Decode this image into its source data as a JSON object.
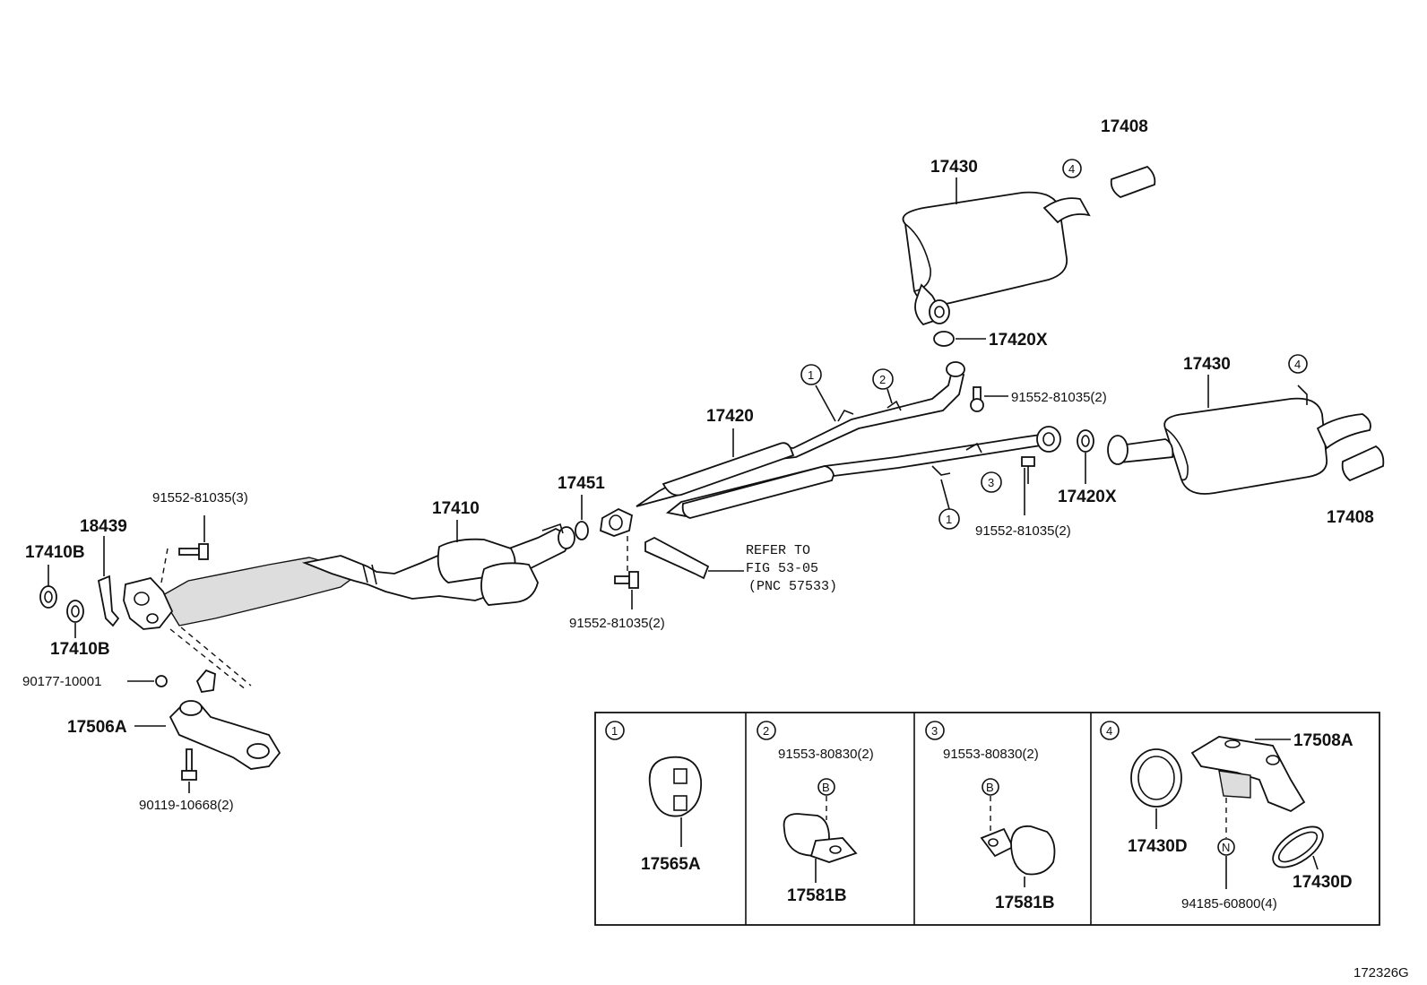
{
  "labels": {
    "p17408_top": "17408",
    "p17430_top": "17430",
    "p17420x_top": "17420X",
    "p91552_right_top": "91552-81035(2)",
    "p17430_right": "17430",
    "p17420": "17420",
    "p17451": "17451",
    "p17410": "17410",
    "p91552_left": "91552-81035(3)",
    "p18439": "18439",
    "p17410b_top": "17410B",
    "p17410b_bottom": "17410B",
    "p91552_mid": "91552-81035(2)",
    "p91552_right_bottom": "91552-81035(2)",
    "p17420x_right": "17420X",
    "p17408_right": "17408",
    "p90177": "90177-10001",
    "p17506a": "17506A",
    "p90119": "90119-10668(2)",
    "ref_line1": "REFER TO",
    "ref_line2": "FIG 53-05",
    "ref_line3": "(PNC 57533)",
    "diagram_id": "172326G"
  },
  "callouts": {
    "c1": "1",
    "c2": "2",
    "c3": "3",
    "c4": "4"
  },
  "details": {
    "box1": {
      "num": "1",
      "part": "17565A"
    },
    "box2": {
      "num": "2",
      "bolt": "91553-80830(2)",
      "marker": "B",
      "part": "17581B"
    },
    "box3": {
      "num": "3",
      "bolt": "91553-80830(2)",
      "marker": "B",
      "part": "17581B"
    },
    "box4": {
      "num": "4",
      "part_top": "17508A",
      "part_left": "17430D",
      "part_right": "17430D",
      "marker": "N",
      "nut": "94185-60800(4)"
    }
  }
}
